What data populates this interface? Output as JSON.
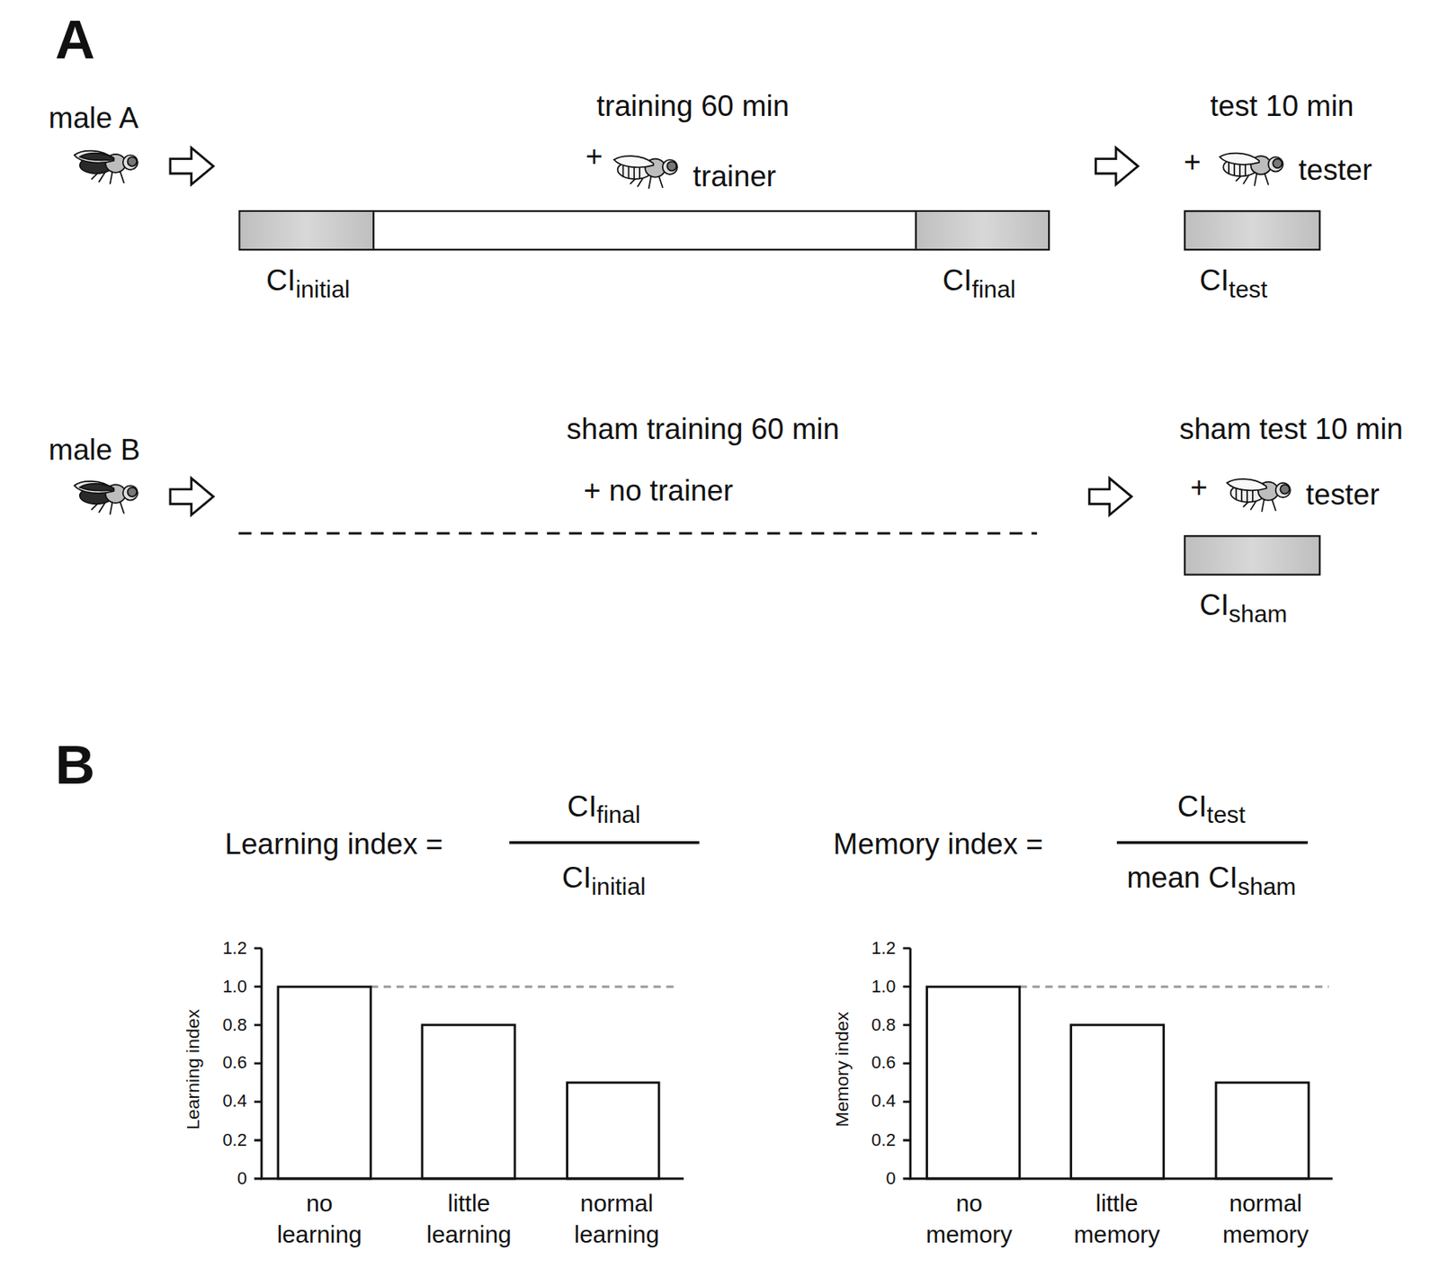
{
  "diagram": {
    "nodes": [
      {
        "text": [
          "training 60 min",
          "+",
          "trainer"
        ]
      },
      {
        "text": [
          "CI",
          "initial"
        ],
        "in": 0
      },
      {
        "text": [
          "CI",
          "final"
        ],
        "in": 0
      },
      {
        "text": [
          "test 10 min",
          "+",
          "tester",
          "CI",
          "test"
        ]
      },
      {
        "text": [
          "sham training 60 min",
          "+ no trainer"
        ]
      },
      {
        "text": [
          "sham test 10 min",
          "+",
          "tester",
          "CI",
          "sham"
        ]
      }
    ],
    "edges": [
      {
        "from": 0,
        "to": 3,
        "arrow": "to"
      },
      {
        "from": 4,
        "to": 5,
        "arrow": "to"
      }
    ],
    "labels": [
      "A",
      "male A",
      "male B",
      "B",
      "Learning index =",
      "CI",
      "final",
      "CI",
      "initial",
      "Memory index =",
      "CI",
      "test",
      "mean CI",
      "sham",
      "1.2",
      "1.0",
      "0.8",
      "0.6",
      "0.4",
      "0.2",
      "0",
      "Learning index",
      "no learning",
      "little learning",
      "normal learning",
      "1.2",
      "1.0",
      "0.8",
      "0.6",
      "0.4",
      "0.2",
      "0",
      "Memory index",
      "no memory",
      "little memory",
      "normal memory"
    ]
  }
}
